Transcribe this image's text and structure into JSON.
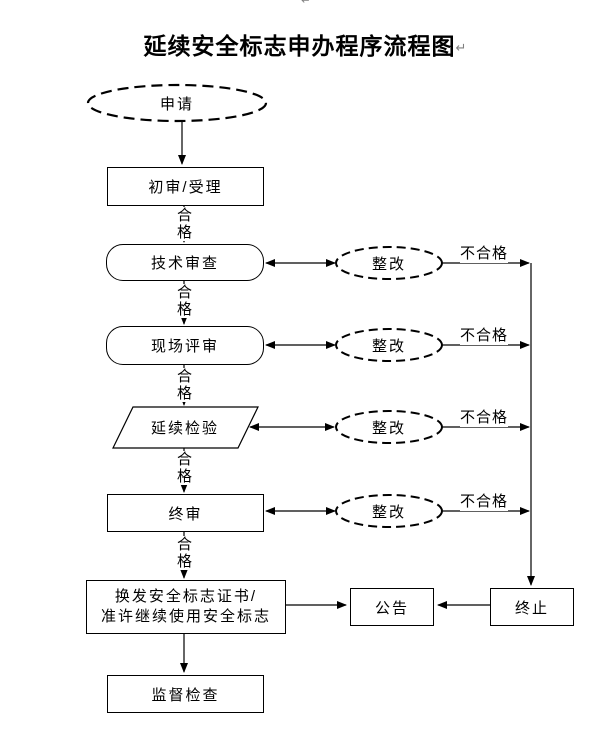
{
  "page": {
    "background": "#ffffff",
    "line_color": "#000000"
  },
  "title": {
    "text": "延续安全标志申办程序流程图",
    "paragraph_mark": "↵",
    "top_mark": "↵"
  },
  "nodes": {
    "apply": {
      "label": "申请",
      "shape": "dashed-ellipse"
    },
    "initial_review": {
      "label": "初审/受理",
      "shape": "rect"
    },
    "technical_review": {
      "label": "技术审查",
      "shape": "rounded-rect"
    },
    "onsite_review": {
      "label": "现场评审",
      "shape": "rounded-rect"
    },
    "renewal_inspection": {
      "label": "延续检验",
      "shape": "parallelogram"
    },
    "final_review": {
      "label": "终审",
      "shape": "rect"
    },
    "rectify": {
      "label": "整改",
      "shape": "dashed-ellipse"
    },
    "reissue": {
      "line1": "换发安全标志证书/",
      "line2": "准许继续使用安全标志",
      "shape": "rect"
    },
    "announcement": {
      "label": "公告",
      "shape": "rect"
    },
    "terminate": {
      "label": "终止",
      "shape": "rect"
    },
    "supervision": {
      "label": "监督检查",
      "shape": "rect"
    }
  },
  "edge_labels": {
    "pass": "合格",
    "fail": "不合格"
  },
  "flow": {
    "main_path": [
      "申请",
      "初审/受理",
      "技术审查",
      "现场评审",
      "延续检验",
      "终审",
      "换发安全标志证书/准许继续使用安全标志",
      "监督检查"
    ],
    "fail_path": [
      "整改",
      "不合格",
      "终止",
      "公告"
    ]
  }
}
